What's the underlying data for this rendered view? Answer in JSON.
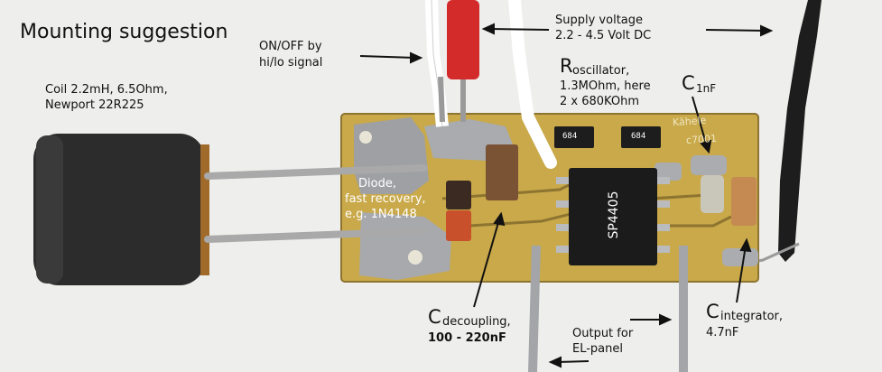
{
  "title": "Mounting suggestion",
  "labels": {
    "onoff": [
      "ON/OFF by",
      "hi/lo signal"
    ],
    "supply": [
      "Supply voltage",
      "2.2 - 4.5 Volt DC"
    ],
    "roscillator_big": "R",
    "roscillator": [
      "oscillator,",
      "1.3MOhm, here",
      "2 x 680KOhm"
    ],
    "c_big": "C",
    "c_small": "1nF",
    "coil": [
      "Coil 2.2mH, 6.5Ohm,",
      "Newport 22R225"
    ],
    "diode": [
      "Diode,",
      "fast recovery,",
      "e.g. 1N4148"
    ],
    "cdecoupling_big": "C",
    "cdecoupling": "decoupling,",
    "cdecoupling_val": "100 - 220nF",
    "output": [
      "Output for",
      "EL-panel"
    ],
    "cintegrator_big": "C",
    "cintegrator": "integrator,",
    "cintegrator_val": "4.7nF"
  },
  "chip": {
    "label": "SP4405"
  },
  "resistors": [
    "684",
    "684"
  ],
  "silkscreen": [
    "Kähele",
    "c7001"
  ],
  "colors": {
    "background": "#eeeeec",
    "pcb": "#c9a94a",
    "coil": "#2c2c2c",
    "wire_red": "#d32a2a",
    "chip": "#1b1b1b"
  }
}
